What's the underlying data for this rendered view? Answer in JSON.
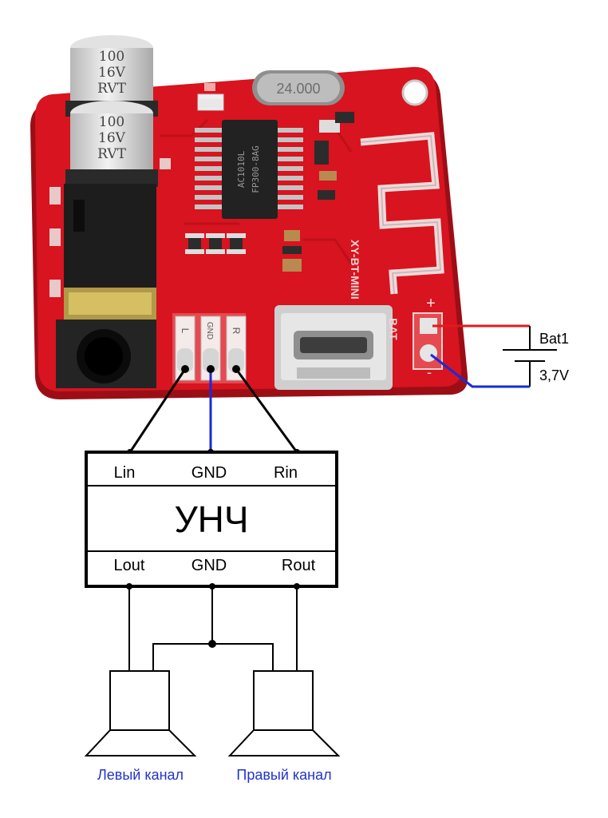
{
  "board": {
    "cap1": [
      "100",
      "16V",
      "RVT"
    ],
    "cap2": [
      "100",
      "16V",
      "RVT"
    ],
    "crystal": "24.000",
    "chip_line1": "AC1010L",
    "chip_line2": "FP300-8AG",
    "pcb_name": "XY-BT-MINI",
    "pad_l": "L",
    "pad_gnd": "GND",
    "pad_r": "R",
    "bat_label": "BAT",
    "plus": "+",
    "minus": "-"
  },
  "battery": {
    "name": "Bat1",
    "voltage": "3,7V"
  },
  "amp": {
    "title": "УНЧ",
    "in_left": "Lin",
    "in_gnd": "GND",
    "in_right": "Rin",
    "out_left": "Lout",
    "out_gnd": "GND",
    "out_right": "Rout"
  },
  "speakers": {
    "left": "Левый канал",
    "right": "Правый канал"
  },
  "colors": {
    "pcb": "#d7141f",
    "wire": "#000000",
    "gnd_wire": "#1a2bd6",
    "bat_plus": "#e01b1b",
    "label_blue": "#2233cc"
  }
}
